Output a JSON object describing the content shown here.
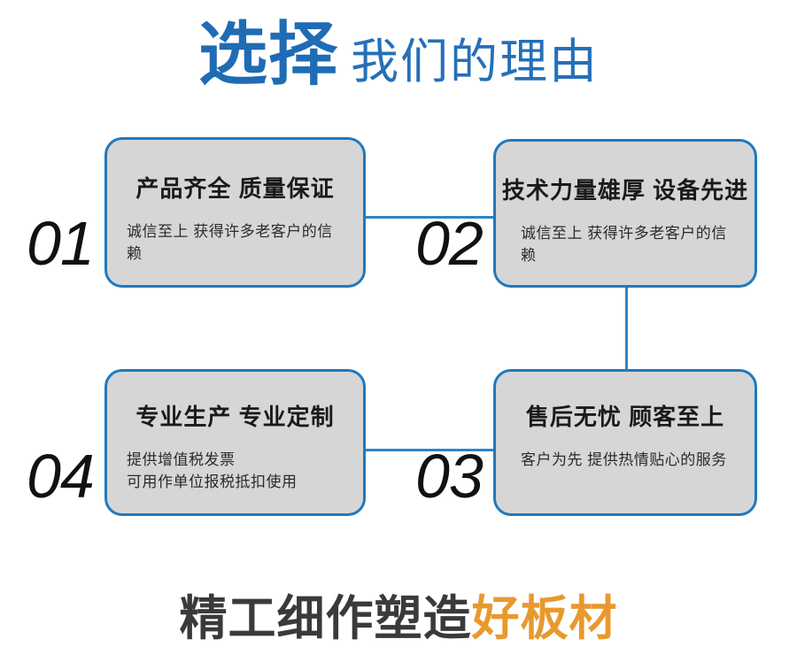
{
  "header": {
    "strong_text": "选择",
    "light_text": "我们的理由",
    "strong_color": "#1f6cb4",
    "light_color": "#2570b8"
  },
  "cards": [
    {
      "number": "01",
      "title": "产品齐全 质量保证",
      "body": "诚信至上 获得许多老客户的信赖"
    },
    {
      "number": "02",
      "title": "技术力量雄厚 设备先进",
      "body": "诚信至上 获得许多老客户的信赖"
    },
    {
      "number": "03",
      "title": "售后无忧 顾客至上",
      "body": "客户为先 提供热情贴心的服务"
    },
    {
      "number": "04",
      "title": "专业生产 专业定制",
      "body_line1": "提供增值税发票",
      "body_line2": "可用作单位报税抵扣使用"
    }
  ],
  "footer": {
    "dark_text": "精工细作塑造",
    "orange_text": "好板材",
    "dark_color": "#3a3a3a",
    "orange_color": "#e8992e"
  },
  "theme": {
    "card_fill": "#d6d6d6",
    "card_border": "#2079bd",
    "connector_color": "#2e85c4",
    "background": "#ffffff"
  }
}
